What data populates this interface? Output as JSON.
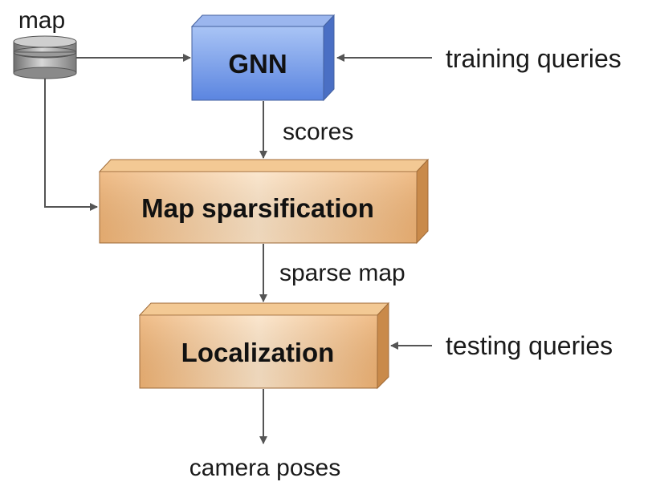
{
  "database": {
    "label": "map",
    "icon": "database-icon"
  },
  "nodes": {
    "gnn": {
      "label": "GNN"
    },
    "map_sparsification": {
      "label": "Map sparsification"
    },
    "localization": {
      "label": "Localization"
    }
  },
  "inputs": {
    "training_queries": "training queries",
    "testing_queries": "testing queries"
  },
  "edges": {
    "scores": "scores",
    "sparse_map": "sparse map"
  },
  "output": {
    "camera_poses": "camera poses"
  },
  "colors": {
    "gnn_front_top": "#a9c4f5",
    "gnn_front_bottom": "#5b85e0",
    "gnn_side": "#4a6fc4",
    "gnn_top": "#9bb6ee",
    "orange_front_center": "#fbe3c6",
    "orange_front_edge": "#eeb274",
    "orange_side": "#c98a4a",
    "orange_top": "#f3c994",
    "arrow": "#555555"
  }
}
